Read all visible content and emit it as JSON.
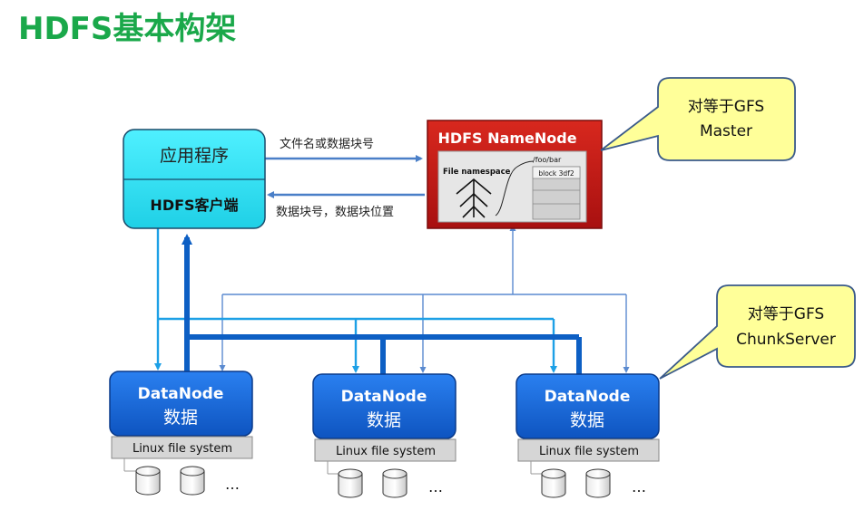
{
  "title": "HDFS基本构架",
  "client": {
    "app_label": "应用程序",
    "client_label": "HDFS客户端"
  },
  "arrows": {
    "request_label": "文件名或数据块号",
    "response_label": "数据块号，数据块位置"
  },
  "namenode": {
    "title": "HDFS NameNode",
    "namespace_label": "File namespace",
    "path_label": "/foo/bar",
    "block_label": "block 3df2"
  },
  "callouts": {
    "master": {
      "line1": "对等于GFS",
      "line2": "Master"
    },
    "chunkserver": {
      "line1": "对等于GFS",
      "line2": "ChunkServer"
    }
  },
  "datanodes": [
    {
      "line1": "DataNode",
      "line2": "数据",
      "fs_label": "Linux file system",
      "ellipsis": "…"
    },
    {
      "line1": "DataNode",
      "line2": "数据",
      "fs_label": "Linux file system",
      "ellipsis": "…"
    },
    {
      "line1": "DataNode",
      "line2": "数据",
      "fs_label": "Linux file system",
      "ellipsis": "…"
    }
  ],
  "colors": {
    "title_green": "#1aa84a",
    "client_fill": "#2fe0f0",
    "namenode_red": "#c41a1a",
    "datanode_blue": "#1565d8",
    "arrow_blue": "#4a7fc8",
    "callout_yellow": "#ffff99"
  }
}
